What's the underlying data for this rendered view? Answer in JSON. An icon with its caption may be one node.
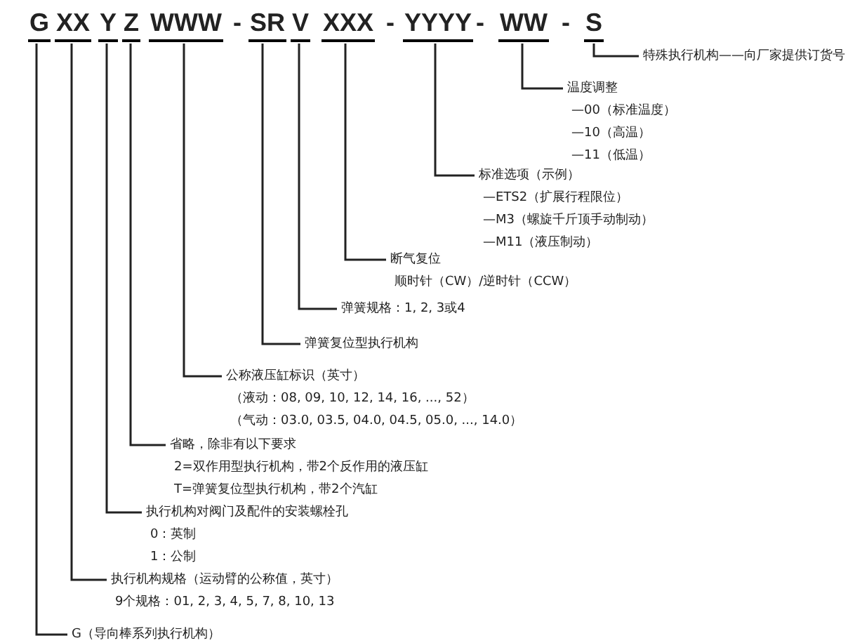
{
  "diagram": {
    "nodes": [
      {
        "text": [
          "G"
        ]
      },
      {
        "text": [
          "XX"
        ]
      },
      {
        "text": [
          "Y"
        ]
      },
      {
        "text": [
          "Z"
        ]
      },
      {
        "text": [
          "WWW"
        ]
      },
      {
        "text": [
          "SR"
        ]
      },
      {
        "text": [
          "V"
        ]
      },
      {
        "text": [
          "XXX"
        ]
      },
      {
        "text": [
          "YYYY"
        ]
      },
      {
        "text": [
          "WW"
        ]
      },
      {
        "text": [
          "S"
        ]
      },
      {
        "text": [
          "特殊执行机构——向厂家提供订货号"
        ]
      },
      {
        "text": [
          "温度调整",
          "—00（标准温度）",
          "—10（高温）",
          "—11（低温）"
        ]
      },
      {
        "text": [
          "标准选项（示例）",
          "—ETS2（扩展行程限位）",
          "—M3（螺旋千斤顶手动制动）",
          "—M11（液压制动）"
        ]
      },
      {
        "text": [
          "断气复位",
          "顺时针（CW）/逆时针（CCW）"
        ]
      },
      {
        "text": [
          "弹簧规格：1, 2, 3或4"
        ]
      },
      {
        "text": [
          "弹簧复位型执行机构"
        ]
      },
      {
        "text": [
          "公称液压缸标识（英寸）",
          "（液动：08, 09, 10, 12, 14, 16, ..., 52）",
          "（气动：03.0, 03.5, 04.0, 04.5, 05.0, ..., 14.0）"
        ]
      },
      {
        "text": [
          "省略，除非有以下要求",
          "2=双作用型执行机构，带2个反作用的液压缸",
          "T=弹簧复位型执行机构，带2个汽缸"
        ]
      },
      {
        "text": [
          "执行机构对阀门及配件的安装螺栓孔",
          "0：英制",
          "1：公制"
        ]
      },
      {
        "text": [
          "执行机构规格（运动臂的公称值，英寸）",
          "9个规格：01, 2, 3, 4, 5, 7, 8, 10, 13"
        ]
      },
      {
        "text": [
          "G（导向棒系列执行机构）"
        ]
      }
    ],
    "edges": [
      {
        "from": 11,
        "to": 10,
        "arrow": "none"
      },
      {
        "from": 12,
        "to": 9,
        "arrow": "none"
      },
      {
        "from": 13,
        "to": 8,
        "arrow": "none"
      },
      {
        "from": 14,
        "to": 7,
        "arrow": "none"
      },
      {
        "from": 15,
        "to": 6,
        "arrow": "none"
      },
      {
        "from": 16,
        "to": 5,
        "arrow": "none"
      },
      {
        "from": 17,
        "to": 4,
        "arrow": "none"
      },
      {
        "from": 18,
        "to": 3,
        "arrow": "none"
      },
      {
        "from": 19,
        "to": 2,
        "arrow": "none"
      },
      {
        "from": 20,
        "to": 1,
        "arrow": "none"
      },
      {
        "from": 21,
        "to": 0,
        "arrow": "none"
      }
    ],
    "labels": [
      "-",
      "-",
      "-",
      "-"
    ]
  }
}
